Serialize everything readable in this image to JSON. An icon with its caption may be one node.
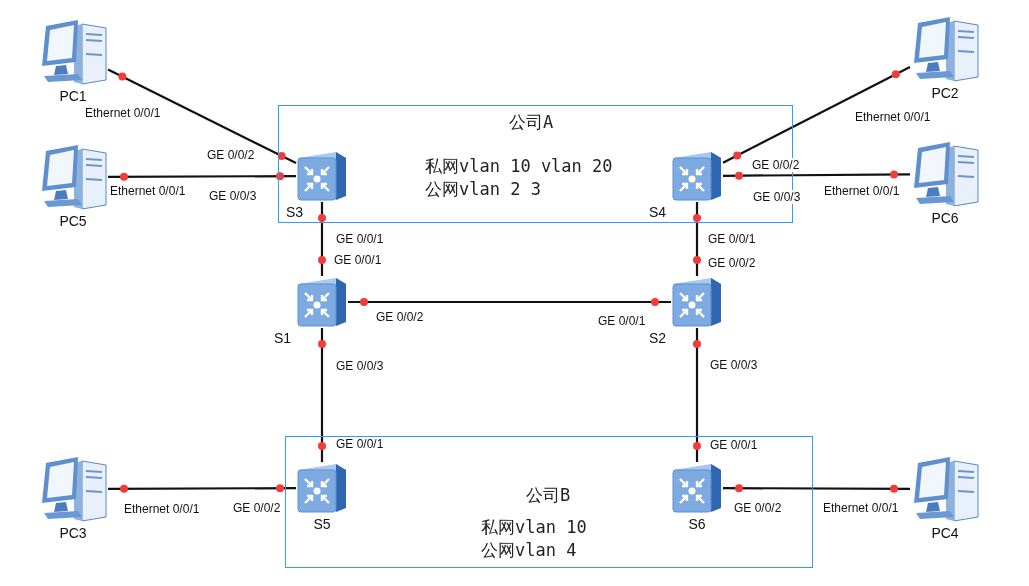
{
  "diagram": {
    "nodes": [
      {
        "text": [
          "公司A",
          "私网vlan 10 vlan 20",
          "公网vlan 2 3"
        ]
      },
      {
        "text": [
          "PC1"
        ],
        "beside": [
          "Ethernet 0/0/1"
        ]
      },
      {
        "text": [
          "PC2"
        ],
        "beside": [
          "Ethernet 0/0/1"
        ]
      },
      {
        "text": [
          "PC5"
        ],
        "beside": [
          "Ethernet 0/0/1"
        ]
      },
      {
        "text": [
          "S3"
        ],
        "in": 0,
        "beside": [
          "GE 0/0/2",
          "GE 0/0/3",
          "GE 0/0/1"
        ]
      },
      {
        "text": [
          "S4"
        ],
        "in": 0,
        "beside": [
          "GE 0/0/2",
          "GE 0/0/3",
          "GE 0/0/1"
        ]
      },
      {
        "text": [
          "PC6"
        ],
        "beside": [
          "Ethernet 0/0/1"
        ]
      },
      {
        "text": [
          "S1"
        ],
        "beside": [
          "GE 0/0/1",
          "GE 0/0/2",
          "GE 0/0/3"
        ]
      },
      {
        "text": [
          "S2"
        ],
        "beside": [
          "GE 0/0/2",
          "GE 0/0/1",
          "GE 0/0/3"
        ]
      },
      {
        "text": [
          "公司B",
          "私网vlan 10",
          "公网vlan 4"
        ]
      },
      {
        "text": [
          "PC3"
        ],
        "beside": [
          "Ethernet 0/0/1"
        ]
      },
      {
        "text": [
          "S5"
        ],
        "in": 9,
        "beside": [
          "GE 0/0/1",
          "GE 0/0/2"
        ]
      },
      {
        "text": [
          "S6"
        ],
        "in": 9,
        "beside": [
          "GE 0/0/1",
          "GE 0/0/2"
        ]
      },
      {
        "text": [
          "PC4"
        ],
        "beside": [
          "Ethernet 0/0/1"
        ]
      }
    ],
    "edges": [
      {
        "from": 1,
        "to": 4,
        "arrow": "none"
      },
      {
        "from": 2,
        "to": 5,
        "arrow": "none"
      },
      {
        "from": 3,
        "to": 4,
        "arrow": "none"
      },
      {
        "from": 5,
        "to": 6,
        "arrow": "none"
      },
      {
        "from": 4,
        "to": 7,
        "arrow": "none"
      },
      {
        "from": 5,
        "to": 8,
        "arrow": "none"
      },
      {
        "from": 7,
        "to": 8,
        "arrow": "none"
      },
      {
        "from": 7,
        "to": 11,
        "arrow": "none"
      },
      {
        "from": 8,
        "to": 12,
        "arrow": "none"
      },
      {
        "from": 10,
        "to": 11,
        "arrow": "none"
      },
      {
        "from": 12,
        "to": 13,
        "arrow": "none"
      }
    ]
  }
}
